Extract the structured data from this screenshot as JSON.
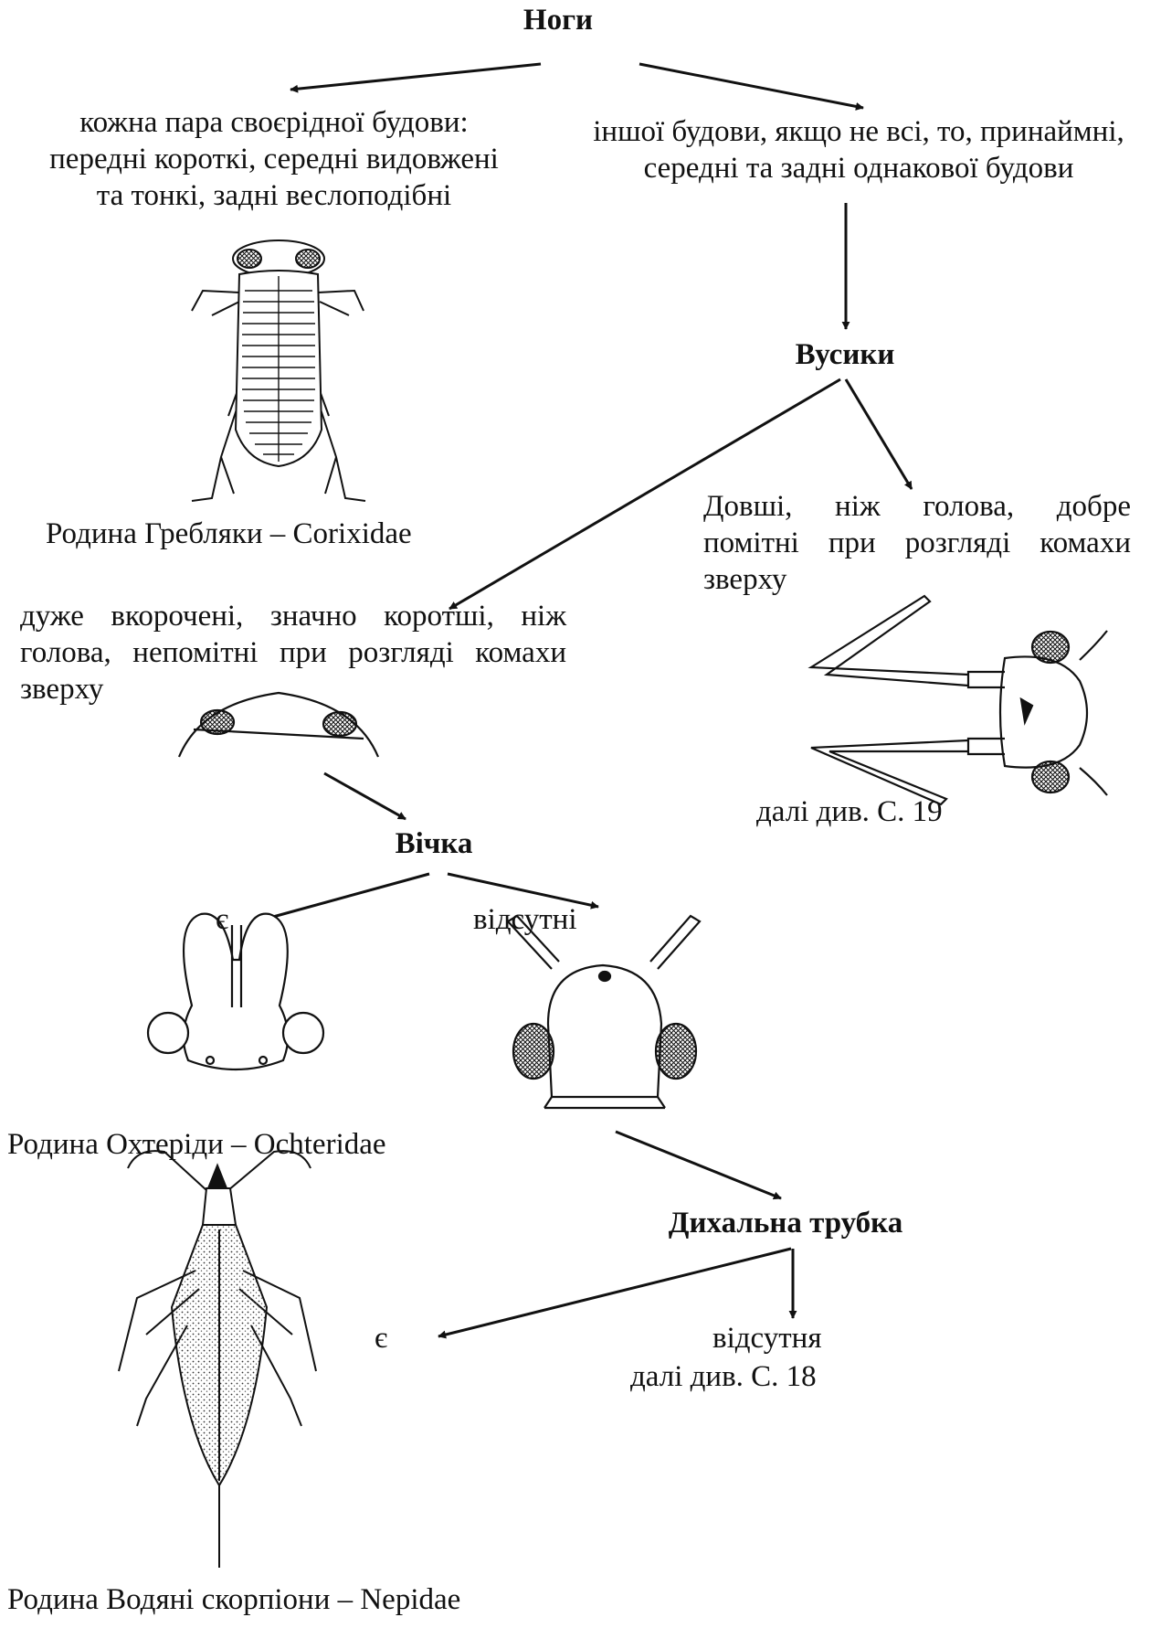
{
  "headings": {
    "legs": "Ноги",
    "antennae": "Вусики",
    "ocelli": "Вічка",
    "breathing_tube": "Дихальна трубка"
  },
  "legs": {
    "left_lines": [
      "кожна пара своєрідної будови:",
      "передні короткі, середні видовжені",
      "та тонкі, задні веслоподібні"
    ],
    "right_lines": [
      "іншої будови, якщо не всі, то, принаймні,",
      "середні та задні однакової будови"
    ]
  },
  "antennae": {
    "longer_lines": [
      "Довші,   ніж   голова,   добре",
      "помітні при розгляді комахи",
      "зверху"
    ],
    "shorter_lines": [
      "дуже вкорочені, значно коротші, ніж",
      "голова, непомітні при розгляді комахи",
      "зверху"
    ],
    "see_next": "далі див. С. 19"
  },
  "ocelli": {
    "present": "є",
    "absent": "відсутні"
  },
  "breathing_tube": {
    "present": "є",
    "absent": "відсутня",
    "see_next": "далі див. С. 18"
  },
  "families": {
    "corixidae": "Родина Гребляки – Corixidae",
    "ochteridae": "Родина Охтеріди – Ochteridae",
    "nepidae": "Родина Водяні скорпіони – Nepidae"
  }
}
